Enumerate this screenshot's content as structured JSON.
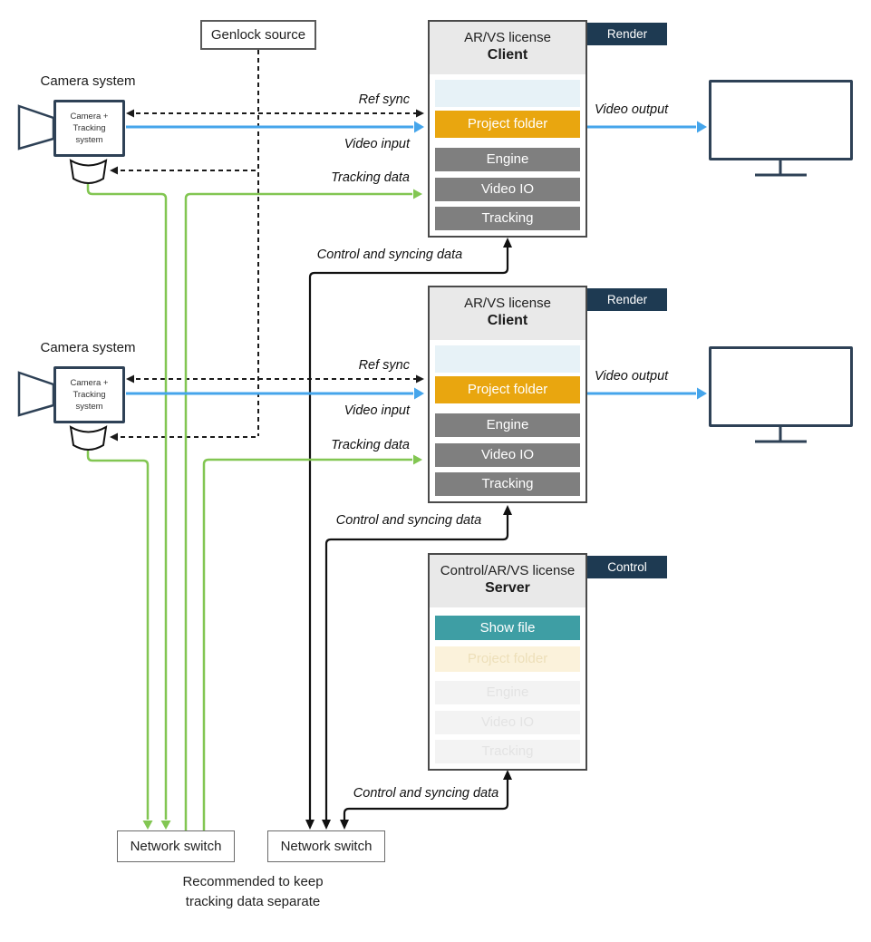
{
  "genlock": {
    "label": "Genlock source"
  },
  "cameras": [
    {
      "title": "Camera system",
      "box_lines": [
        "Camera +",
        "Tracking",
        "system"
      ]
    },
    {
      "title": "Camera system",
      "box_lines": [
        "Camera +",
        "Tracking",
        "system"
      ]
    }
  ],
  "clients": [
    {
      "header_line1": "AR/VS license",
      "header_line2": "Client",
      "tag": "Render",
      "rows": {
        "blank": "",
        "project_folder": "Project folder",
        "engine": "Engine",
        "video_io": "Video IO",
        "tracking": "Tracking"
      }
    },
    {
      "header_line1": "AR/VS license",
      "header_line2": "Client",
      "tag": "Render",
      "rows": {
        "blank": "",
        "project_folder": "Project folder",
        "engine": "Engine",
        "video_io": "Video IO",
        "tracking": "Tracking"
      }
    }
  ],
  "server": {
    "header_line1": "Control/AR/VS license",
    "header_line2": "Server",
    "tag": "Control",
    "rows": {
      "show_file": "Show file",
      "project_folder": "Project folder",
      "engine": "Engine",
      "video_io": "Video IO",
      "tracking": "Tracking"
    }
  },
  "switches": [
    {
      "label": "Network switch"
    },
    {
      "label": "Network switch"
    }
  ],
  "note_lines": [
    "Recommended to keep",
    "tracking data separate"
  ],
  "edge_labels": {
    "ref_sync": "Ref sync",
    "video_input": "Video input",
    "tracking_data": "Tracking data",
    "video_output": "Video output",
    "control_sync": "Control and syncing data"
  },
  "colors": {
    "accent_orange": "#E9A60F",
    "accent_teal": "#3E9EA4",
    "row_gray": "#7F7F7F",
    "pale_blue_row": "#E7F2F7",
    "faded_orange_bg": "#FBF2DB",
    "faded_gray_bg": "#F3F3F3",
    "tag_navy": "#1E3A52",
    "outline_navy": "#2E4156",
    "line_blue": "#45A5EB",
    "line_green": "#82C652",
    "line_black": "#1a1a1a"
  }
}
